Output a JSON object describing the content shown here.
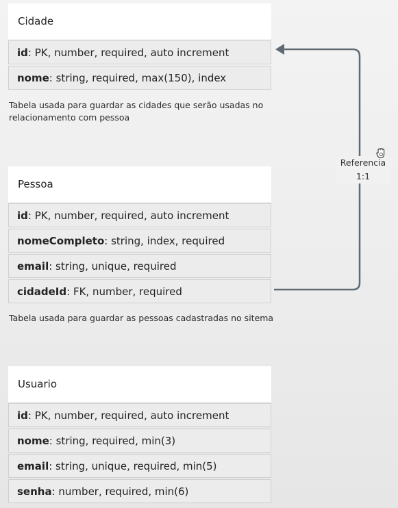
{
  "tables": [
    {
      "title": "Cidade",
      "fields": [
        {
          "name": "id",
          "desc": ": PK, number, required, auto increment"
        },
        {
          "name": "nome",
          "desc": ": string, required, max(150), index"
        }
      ],
      "description": "Tabela usada para guardar as cidades que serão usadas no relacionamento com pessoa"
    },
    {
      "title": "Pessoa",
      "fields": [
        {
          "name": "id",
          "desc": ": PK, number, required, auto increment"
        },
        {
          "name": "nomeCompleto",
          "desc": ": string, index, required"
        },
        {
          "name": "email",
          "desc": ": string, unique, required"
        },
        {
          "name": "cidadeId",
          "desc": ": FK, number, required"
        }
      ],
      "description": "Tabela usada para guardar as pessoas cadastradas no sitema"
    },
    {
      "title": "Usuario",
      "fields": [
        {
          "name": "id",
          "desc": ": PK, number, required, auto increment"
        },
        {
          "name": "nome",
          "desc": ": string, required, min(3)"
        },
        {
          "name": "email",
          "desc": ": string, unique, required, min(5)"
        },
        {
          "name": "senha",
          "desc": ": number, required, min(6)"
        }
      ]
    }
  ],
  "relation": {
    "label": "Referencia",
    "cardinality": "1:1",
    "color": "#5f6a73"
  }
}
